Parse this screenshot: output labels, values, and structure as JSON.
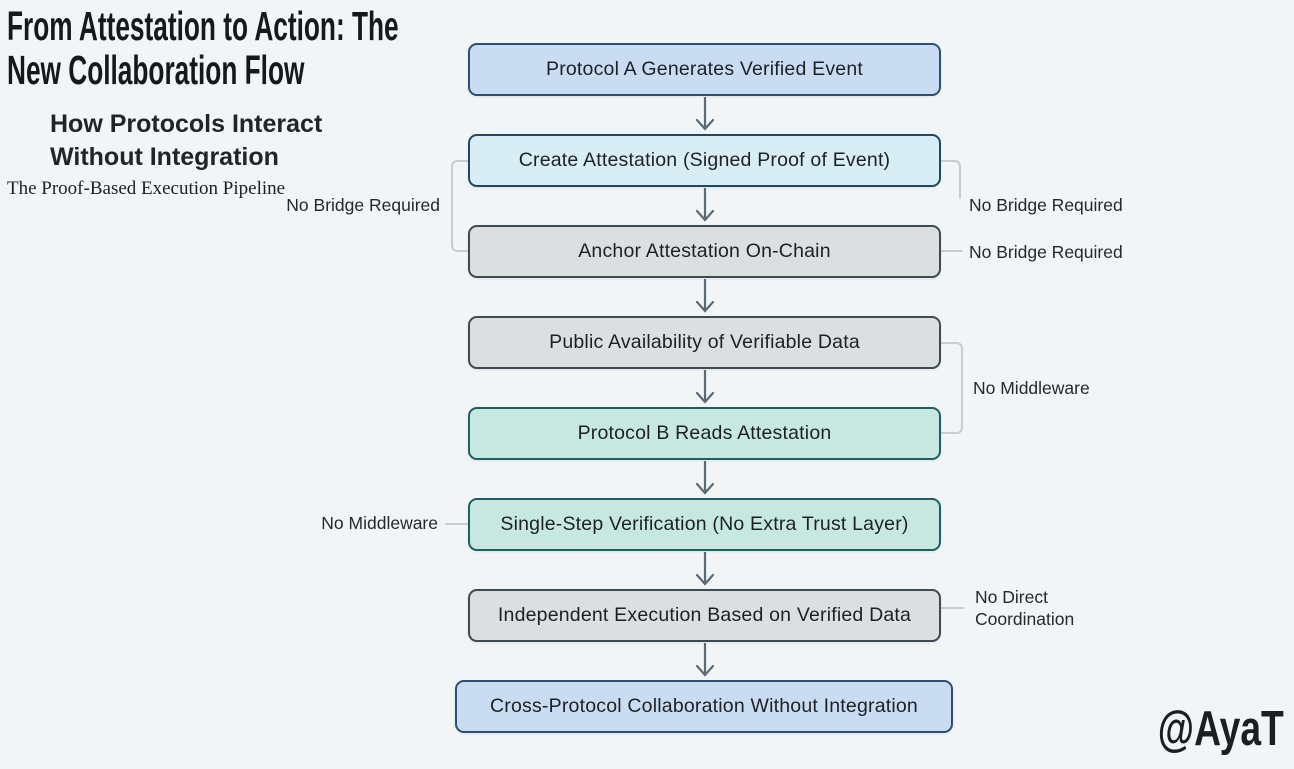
{
  "header": {
    "title_line1": "From Attestation to Action: The",
    "title_line2": "New Collaboration Flow",
    "subtitle_line1": "How Protocols Interact",
    "subtitle_line2": "Without Integration",
    "tagline": "The Proof-Based Execution Pipeline"
  },
  "flow": {
    "nodes": [
      {
        "label": "Protocol A Generates Verified Event",
        "style": "blue"
      },
      {
        "label": "Create Attestation (Signed Proof of Event)",
        "style": "cyan"
      },
      {
        "label": "Anchor Attestation On-Chain",
        "style": "gray"
      },
      {
        "label": "Public Availability of Verifiable Data",
        "style": "gray"
      },
      {
        "label": "Protocol B Reads Attestation",
        "style": "teal"
      },
      {
        "label": "Single-Step Verification (No Extra Trust Layer)",
        "style": "teal"
      },
      {
        "label": "Independent Execution Based on Verified Data",
        "style": "gray"
      },
      {
        "label": "Cross-Protocol Collaboration Without Integration",
        "style": "blue"
      }
    ]
  },
  "annotations": {
    "no_bridge_left": "No Bridge Required",
    "no_bridge_right_upper": "No Bridge Required",
    "no_bridge_right_lower": "No Bridge Required",
    "no_middleware_right": "No Middleware",
    "no_middleware_left": "No Middleware",
    "no_direct_coordination": "No Direct Coordination"
  },
  "watermark": "@AyaT",
  "colors": {
    "background": "#f2f5f6",
    "node_blue_fill": "#c9dcf1",
    "node_blue_border": "#2d4f72",
    "node_cyan_fill": "#d9edf4",
    "node_cyan_border": "#1d4a63",
    "node_gray_fill": "#dcdfe0",
    "node_gray_border": "#3e4a54",
    "node_teal_fill": "#c7e8e1",
    "node_teal_border": "#1e5f63",
    "arrow": "#5b6a74",
    "connector": "#c9cdd0",
    "title_text": "#17181b",
    "node_text": "#1c2127"
  }
}
